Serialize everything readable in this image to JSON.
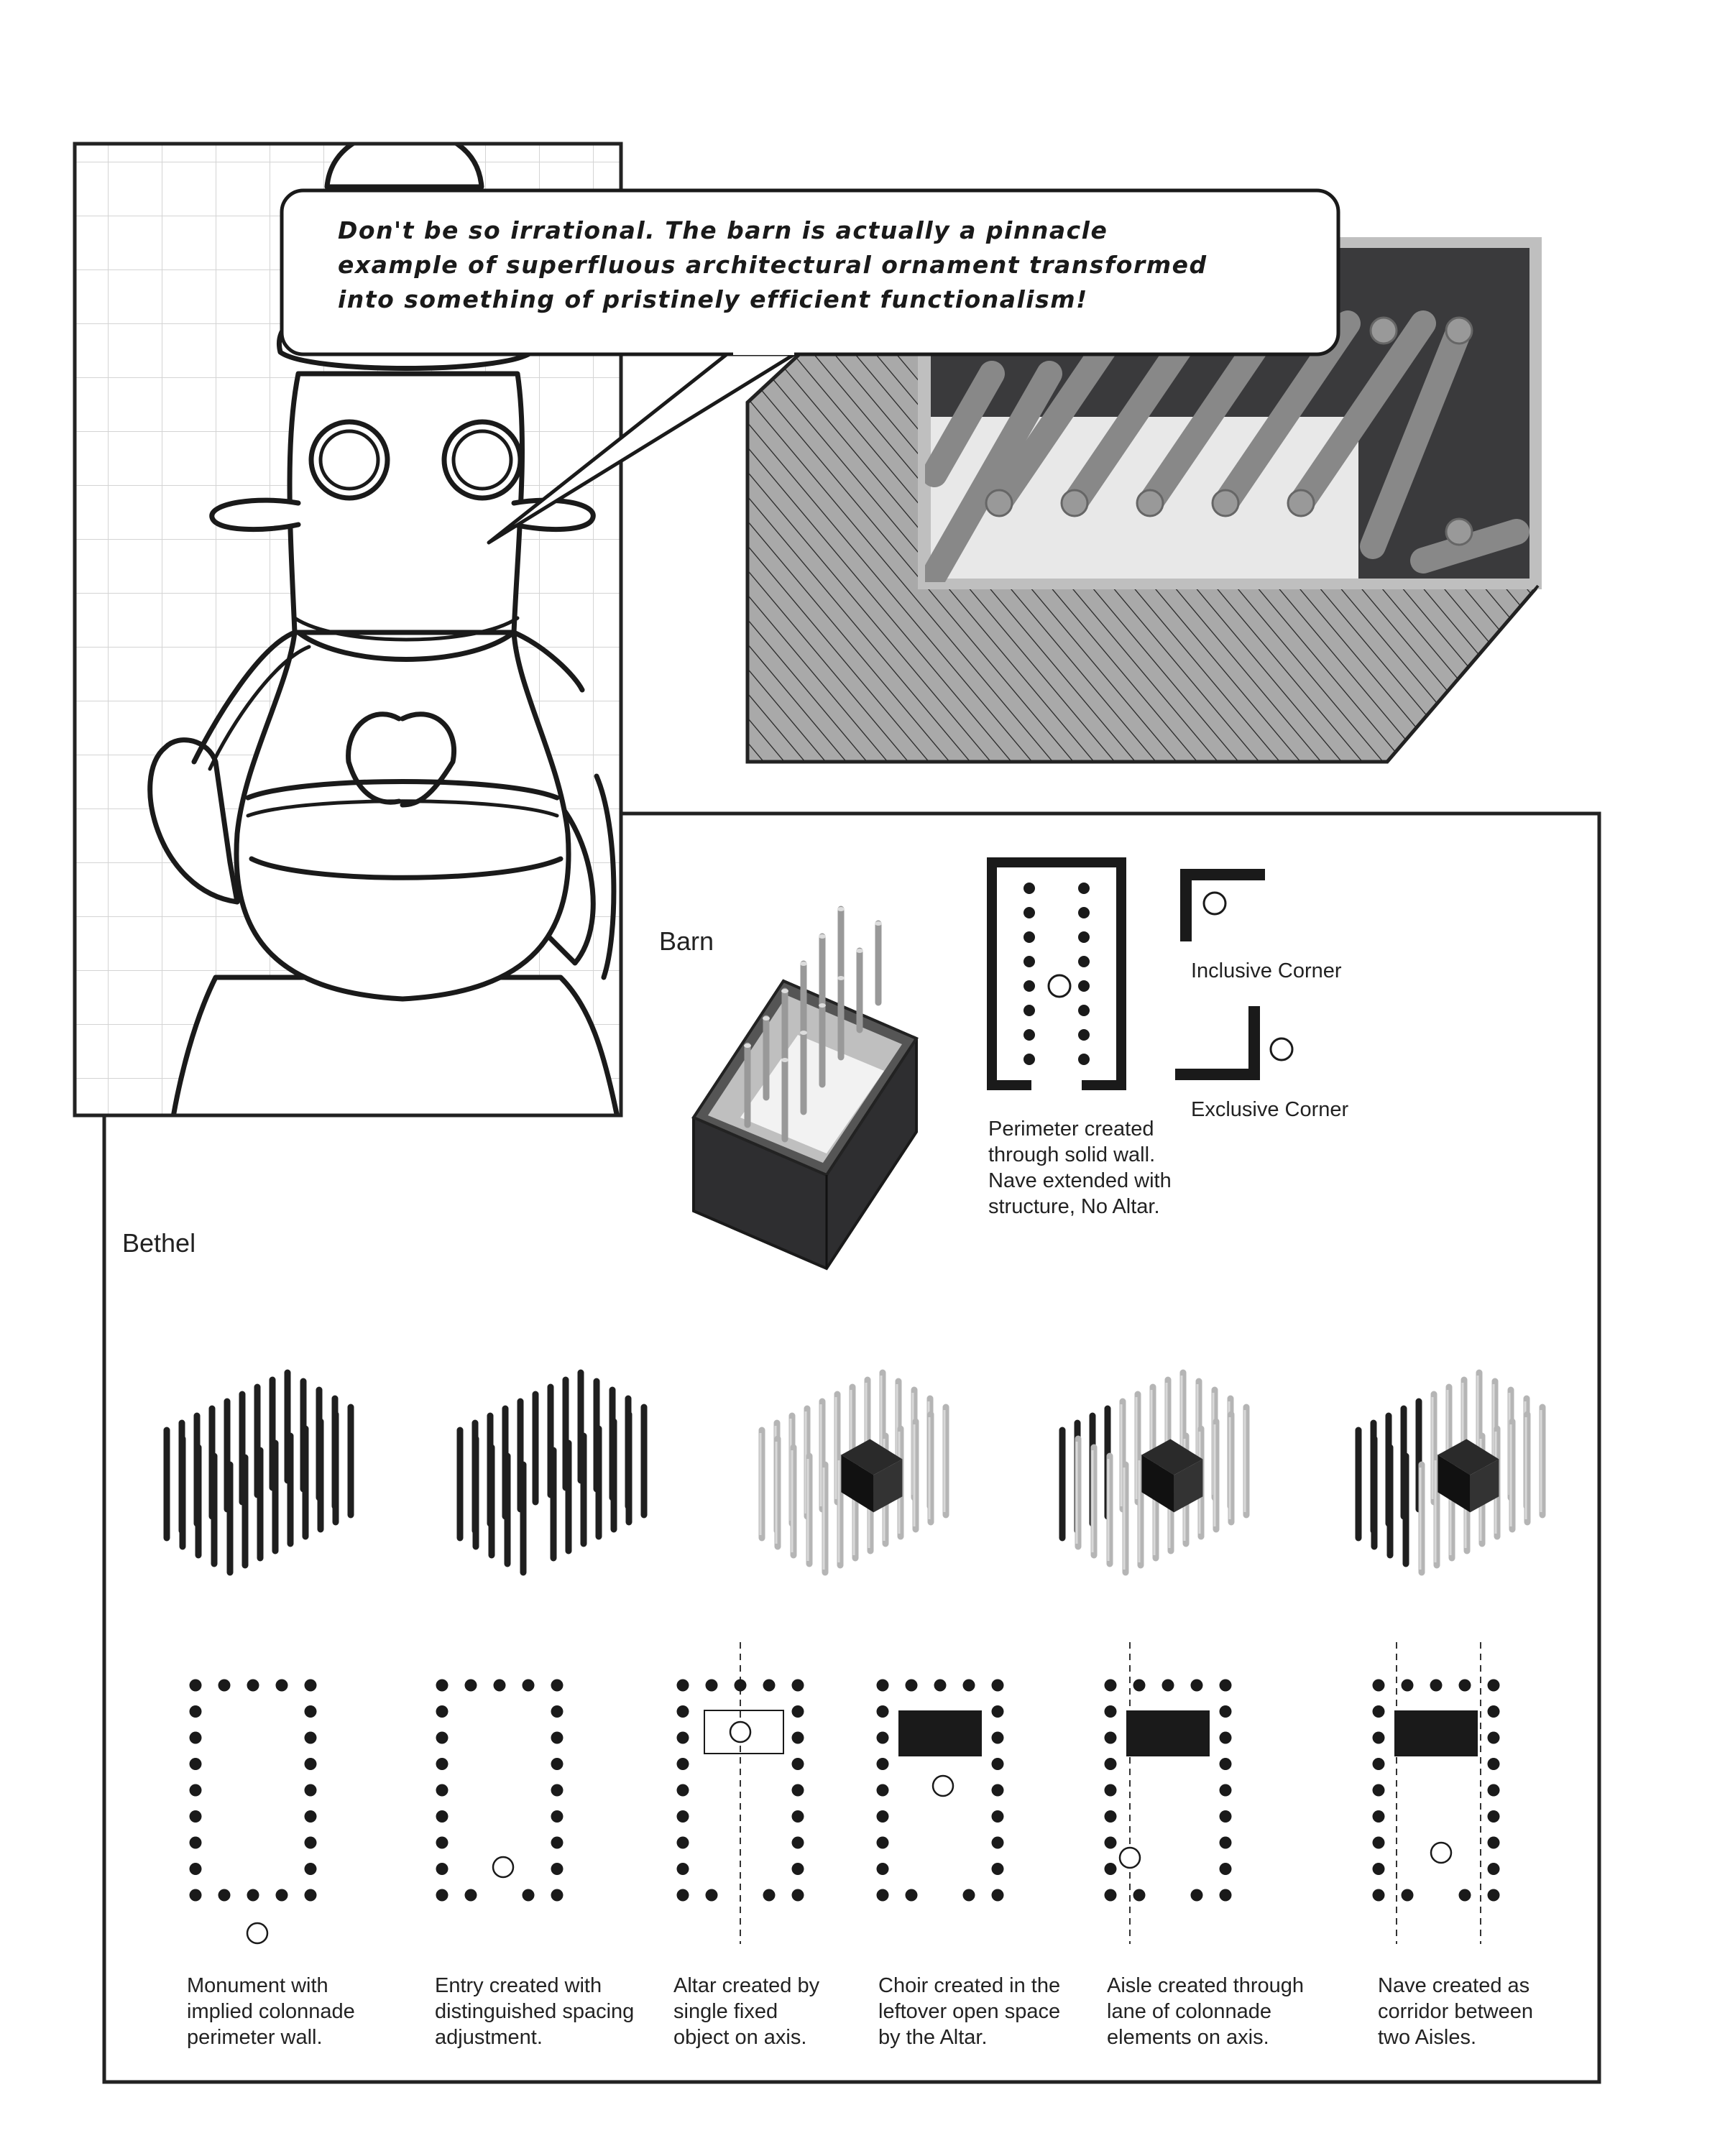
{
  "speech_bubble": {
    "lines": [
      "Don't be so irrational.  The barn is actually a pinnacle",
      "example of superfluous architectural ornament transformed",
      "into something of pristinely efficient functionalism!"
    ]
  },
  "barn": {
    "heading": "Barn",
    "caption_lines": [
      "Perimeter created",
      "through solid wall.",
      "Nave extended with",
      "structure, No Altar."
    ],
    "inclusive_corner": "Inclusive Corner",
    "exclusive_corner": "Exclusive Corner"
  },
  "bethel": {
    "heading": "Bethel",
    "steps": [
      {
        "lines": [
          "Monument with",
          "implied colonnade",
          "perimeter wall."
        ]
      },
      {
        "lines": [
          "Entry created with",
          "distinguished spacing",
          "adjustment."
        ]
      },
      {
        "lines": [
          "Altar created by",
          "single fixed",
          "object on axis."
        ]
      },
      {
        "lines": [
          "Choir created in the",
          "leftover open space",
          "by the Altar."
        ]
      },
      {
        "lines": [
          "Aisle created through",
          "lane of colonnade",
          "elements on axis."
        ]
      },
      {
        "lines": [
          "Nave created as",
          "corridor between",
          "two Aisles."
        ]
      }
    ]
  }
}
